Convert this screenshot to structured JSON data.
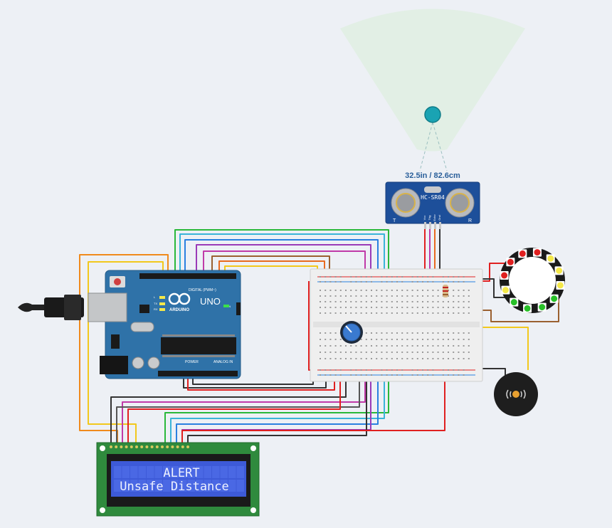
{
  "sensor": {
    "distance_readout": "32.5in / 82.6cm",
    "model": "HC-SR04",
    "pins": [
      "Vcc",
      "Trig",
      "Echo",
      "Gnd"
    ],
    "left_mark": "T",
    "right_mark": "R"
  },
  "arduino": {
    "brand": "ARDUINO",
    "model": "UNO",
    "digital_label": "DIGITAL (PWM~)",
    "power_label": "POWER",
    "analog_label": "ANALOG IN",
    "on_label": "ON",
    "tx_label": "TX",
    "rx_label": "RX",
    "l_label": "L"
  },
  "lcd": {
    "line1": "ALERT",
    "line2": "Unsafe Distance"
  },
  "neopixel": {
    "led_colors": [
      "#e02020",
      "#e02020",
      "#e02020",
      "#e02020",
      "#28c028",
      "#28c028",
      "#28c028",
      "#28c028",
      "#f4e84a",
      "#f4e84a",
      "#f4e84a",
      "#f4e84a"
    ]
  },
  "colors": {
    "arduino_board": "#2f72a8",
    "lcd_pcb": "#2f8a3d",
    "lcd_screen": "#3d5ad8",
    "sensor_pcb": "#1d4f9a",
    "sensor_cone": "#dfeee2",
    "target": "#1aa3b3",
    "breadboard": "#efefef",
    "wire_red": "#e02020",
    "wire_black": "#333333",
    "wire_orange": "#f08a1c",
    "wire_yellow": "#f2c81c",
    "wire_green": "#2ab83a",
    "wire_blue": "#2a80e0",
    "wire_cyan": "#3ab4d8",
    "wire_purple": "#9a3ab8",
    "wire_magenta": "#c03aa8",
    "wire_brown": "#9a6030",
    "wire_gray": "#555555"
  }
}
